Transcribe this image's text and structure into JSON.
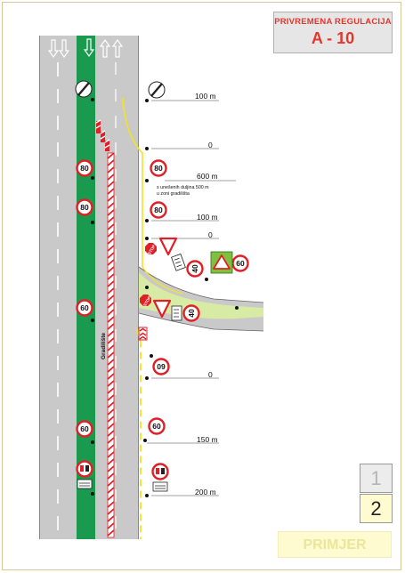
{
  "header": {
    "title_line1": "PRIVREMENA REGULACIJA",
    "title_line2": "A - 10"
  },
  "pages": [
    "1",
    "2"
  ],
  "watermark": "PRIMJER",
  "distances": {
    "d1": "100 m",
    "d2": "0",
    "d3": "600 m",
    "d4": "100 m",
    "d5": "0",
    "d6": "0",
    "d7": "150 m",
    "d8": "200 m"
  },
  "note": {
    "line1": "s unešenih duljina 500 m",
    "line2": "u zoni gradilišta"
  },
  "work_zone_label": "Gradilište",
  "speed_limits": {
    "s80": "80",
    "s60": "60",
    "s40": "40"
  },
  "stop_label": "STOP",
  "colors": {
    "road": "#c8c8c8",
    "closed_lane": "#1a9a4e",
    "junction_fill": "#d8eba4",
    "yellow_line": "#f3e321",
    "sign_red": "#e11f26",
    "title_red": "#e2372d"
  }
}
